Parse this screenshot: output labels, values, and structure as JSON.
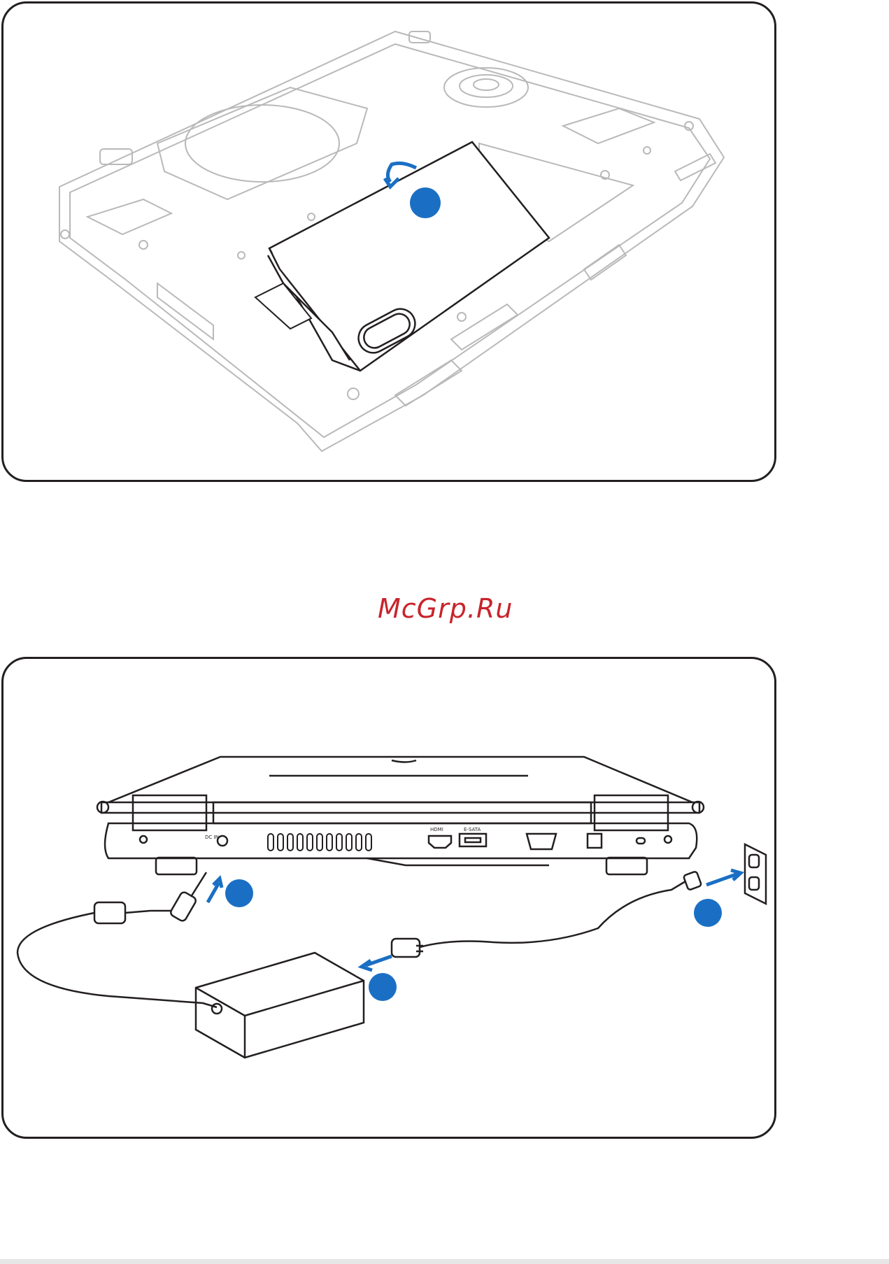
{
  "watermark": {
    "text": "McGrp.Ru"
  },
  "step_marker_color": "#1a6fc4",
  "outline_color": "#231f20",
  "battery_figure": {
    "step_markers": [
      {
        "icon": "step-circle"
      }
    ],
    "arrow": {
      "icon": "rotate-arrow"
    }
  },
  "power_figure": {
    "port_labels": {
      "dc_in": "DC IN",
      "hdmi": "HDMI",
      "esata": "E-SATA"
    },
    "step_markers": [
      {
        "icon": "step-circle"
      },
      {
        "icon": "step-circle"
      },
      {
        "icon": "step-circle"
      }
    ]
  }
}
